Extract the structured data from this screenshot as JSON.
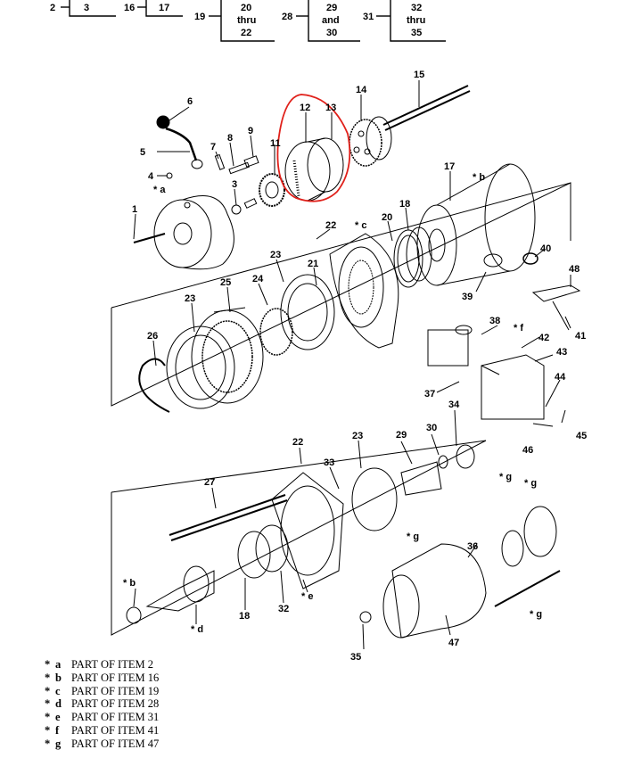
{
  "header": {
    "boxes": [
      {
        "from": "2",
        "to": [
          "3"
        ]
      },
      {
        "from": "16",
        "to": [
          "17"
        ]
      },
      {
        "from": "19",
        "to": [
          "20",
          "thru",
          "22"
        ]
      },
      {
        "from": "28",
        "to": [
          "29",
          "and",
          "30"
        ]
      },
      {
        "from": "31",
        "to": [
          "32",
          "thru",
          "35"
        ]
      }
    ]
  },
  "callouts": {
    "c1": "1",
    "c3": "3",
    "c4": "4",
    "c5": "5",
    "c6": "6",
    "c7": "7",
    "c8": "8",
    "c9": "9",
    "c11": "11",
    "c12": "12",
    "c13": "13",
    "c14": "14",
    "c15": "15",
    "c17": "17",
    "c18": "18",
    "c18b": "18",
    "c20": "20",
    "c21": "21",
    "c22": "22",
    "c22b": "22",
    "c23": "23",
    "c23b": "23",
    "c23c": "23",
    "c24": "24",
    "c25": "25",
    "c26": "26",
    "c27": "27",
    "c29": "29",
    "c30": "30",
    "c32": "32",
    "c33": "33",
    "c34": "34",
    "c35": "35",
    "c36": "36",
    "c37": "37",
    "c38": "38",
    "c39": "39",
    "c40": "40",
    "c41": "41",
    "c42": "42",
    "c43": "43",
    "c44": "44",
    "c45": "45",
    "c46": "46",
    "c47": "47",
    "c48": "48",
    "sa": "* a",
    "sb": "* b",
    "sb2": "* b",
    "sc": "* c",
    "sd": "* d",
    "se": "* e",
    "sf": "* f",
    "sg1": "* g",
    "sg2": "* g",
    "sg3": "* g",
    "sg4": "* g"
  },
  "highlight_color": "#e0201a",
  "legend": [
    {
      "key": "a",
      "text": "PART OF ITEM",
      "item": "2"
    },
    {
      "key": "b",
      "text": "PART OF ITEM",
      "item": "16"
    },
    {
      "key": "c",
      "text": "PART OF ITEM",
      "item": "19"
    },
    {
      "key": "d",
      "text": "PART OF ITEM",
      "item": "28"
    },
    {
      "key": "e",
      "text": "PART OF ITEM",
      "item": "31"
    },
    {
      "key": "f",
      "text": "PART OF ITEM",
      "item": "41"
    },
    {
      "key": "g",
      "text": "PART OF ITEM",
      "item": "47"
    }
  ],
  "legend_star": "*"
}
